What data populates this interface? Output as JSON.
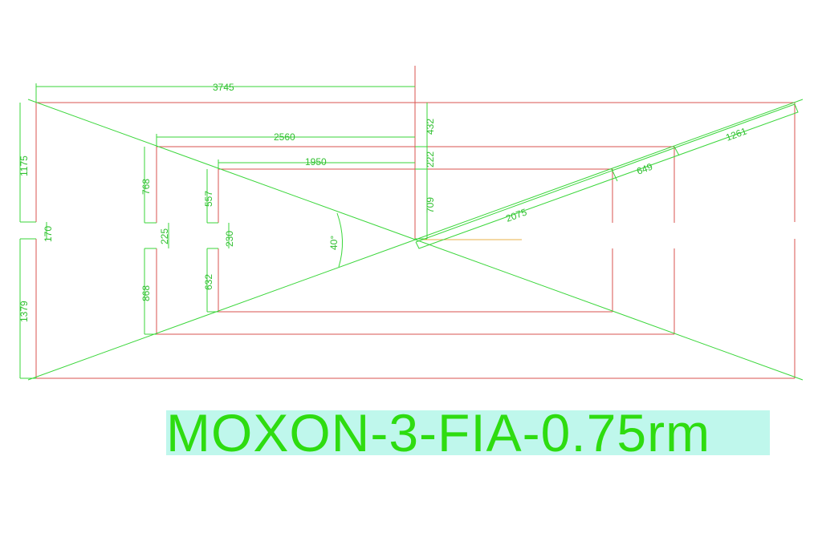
{
  "title": "MOXON-3-FIA-0.75rm",
  "dimensions": {
    "outer_width_half": "3745",
    "mid_width_half": "2560",
    "inner_width_half": "1950",
    "outer_top": "1175",
    "gap_outer": "170",
    "outer_bottom": "1379",
    "mid_top": "768",
    "gap_mid": "225",
    "mid_bottom": "868",
    "inner_top": "557",
    "gap_inner": "230",
    "inner_bottom": "632",
    "center_top_outer": "432",
    "center_top_mid": "222",
    "center_top_inner": "709",
    "angle": "40°",
    "diag_inner": "2075",
    "diag_mid": "649",
    "diag_outer": "1261"
  }
}
